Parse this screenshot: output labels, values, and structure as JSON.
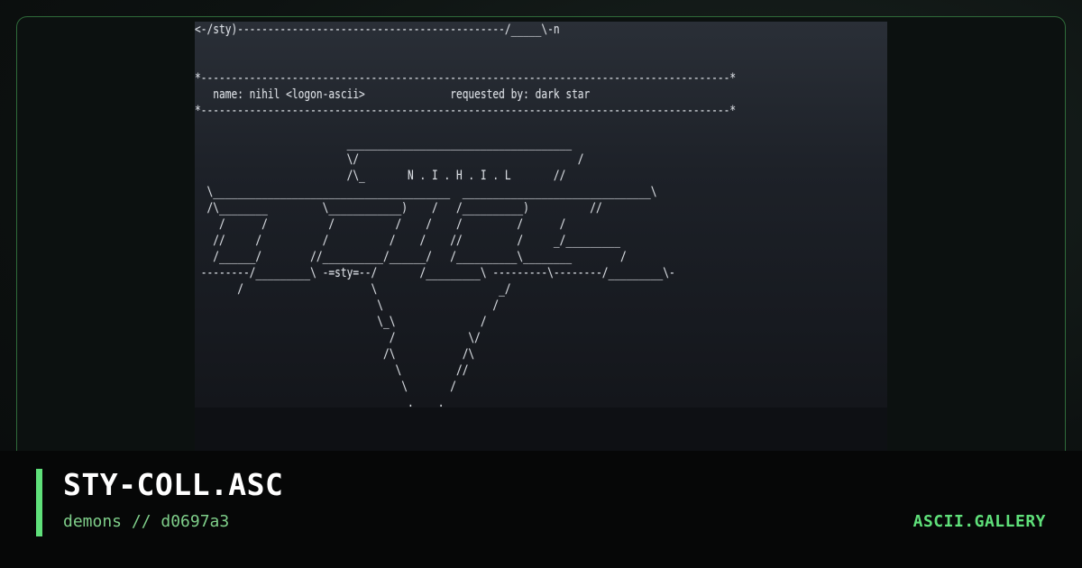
{
  "art": {
    "lines": [
      "<-/sty)--------------------------------------------/_____\\-n",
      "",
      "",
      "*---------------------------------------------------------------------------------------*",
      "   name: nihil <logon-ascii>              requested by: dark star",
      "*---------------------------------------------------------------------------------------*",
      "",
      "                         _____________________________________",
      "                         \\/                                    /",
      "                         /\\_       N . I . H . I . L       //",
      "  \\_______________________________________  _______________________________\\",
      "  /\\________         \\____________)    /   /__________)          //",
      "    /      /          /          /    /    /         /      /",
      "   //     /          /          /    /    //         /     _/_________",
      "   /______/        //__________/______/   /__________\\________        /",
      " --------/_________\\ -=sty=--/       /_________\\ ---------\\--------/_________\\-",
      "       /                     \\                    _/",
      "                              \\                  /",
      "                              \\_\\              /",
      "                                /            \\/",
      "                               /\\           /\\",
      "                                 \\         //",
      "                                  \\       /",
      "                                   .    ."
    ]
  },
  "footer": {
    "title": "STY-COLL.ASC",
    "subtitle": "demons // d0697a3",
    "brand": "ASCII.GALLERY"
  },
  "colors": {
    "accent": "#5fe07a",
    "border": "#2f6b3a",
    "subtitle": "#7fcf8a"
  }
}
